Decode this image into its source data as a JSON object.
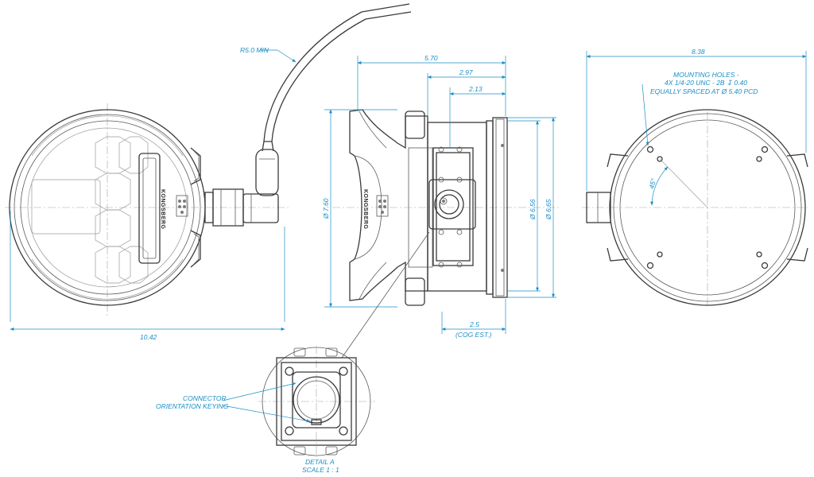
{
  "brand": "KONGSBERG",
  "colors": {
    "dimension": "#1a8fc6",
    "outline": "#3a3a3a"
  },
  "dimensions": {
    "cable_bend": "R5.0 MIN",
    "front_width": "10.42",
    "side_overall_length": "5.70",
    "side_length_a": "2.97",
    "side_length_b": "2.13",
    "side_height": "Ø 7.60",
    "flange_dia_inner": "Ø 6.56",
    "flange_dia_outer": "Ø 6.65",
    "cog_distance": "2.5",
    "cog_note": "(COG EST.)",
    "rear_width": "8.38",
    "angle": "45°"
  },
  "notes": {
    "mounting_holes": [
      "MOUNTING HOLES -",
      "4X 1/4-20 UNC  - 2B ↧ 0.40",
      "EQUALLY SPACED AT Ø 5.40 PCD"
    ],
    "connector_keying": [
      "CONNECTOR",
      "ORIENTATION KEYING"
    ],
    "detail_title": "DETAIL A",
    "detail_scale": "SCALE 1 : 1"
  }
}
